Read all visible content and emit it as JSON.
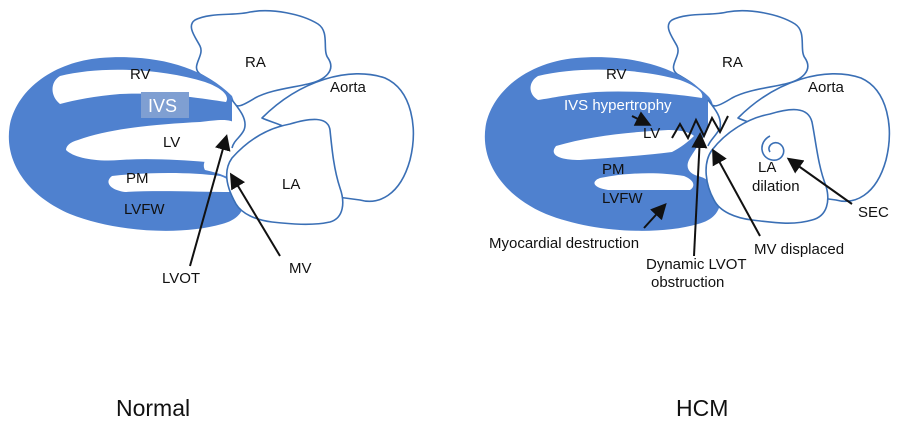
{
  "normal": {
    "rv": "RV",
    "ra": "RA",
    "aorta": "Aorta",
    "ivs": "IVS",
    "lv": "LV",
    "pm": "PM",
    "la": "LA",
    "lvfw": "LVFW",
    "lvot": "LVOT",
    "mv": "MV",
    "caption": "Normal"
  },
  "hcm": {
    "rv": "RV",
    "ra": "RA",
    "aorta": "Aorta",
    "ivs_hypertrophy": "IVS hypertrophy",
    "lv": "LV",
    "pm": "PM",
    "la_line1": "LA",
    "la_line2": "dilation",
    "lvfw": "LVFW",
    "sec": "SEC",
    "myocardial_destruction": "Myocardial destruction",
    "mv_displaced": "MV displaced",
    "dynamic_line1": "Dynamic LVOT",
    "dynamic_line2": "obstruction",
    "caption": "HCM"
  }
}
